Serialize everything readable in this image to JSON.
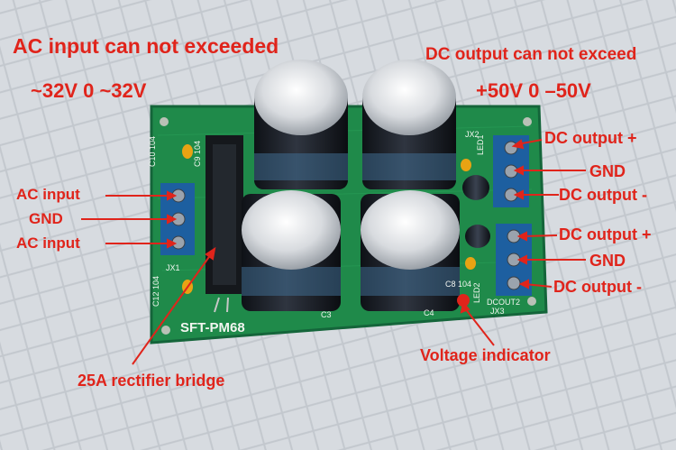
{
  "annotations": {
    "ac_heading": "AC input can not exceeded",
    "ac_range": "~32V 0 ~32V",
    "dc_heading": "DC output can not exceed",
    "dc_range": "+50V  0  –50V",
    "left_ac_input_top": "AC input",
    "left_gnd": "GND",
    "left_ac_input_bottom": "AC input",
    "right_dc_plus_1": "DC output +",
    "right_gnd_1": "GND",
    "right_dc_minus_1": "DC output -",
    "right_dc_plus_2": "DC output +",
    "right_gnd_2": "GND",
    "right_dc_minus_2": "DC output -",
    "rectifier": "25A rectifier bridge",
    "voltage_indicator": "Voltage indicator"
  },
  "board": {
    "model": "SFT-PM68",
    "silkscreen": {
      "c10": "C10 104",
      "c9": "C9 104",
      "jx1": "JX1",
      "c12": "C12 104",
      "c3": "C3",
      "c4": "C4",
      "led1": "LED1",
      "jx2": "JX2",
      "c8": "C8 104",
      "led2": "LED2",
      "dcout2": "DCOUT2",
      "jx3": "JX3"
    }
  },
  "colors": {
    "annotation_red": "#e0241b",
    "pcb_green": "#1f8a4a",
    "terminal_blue": "#1d5fa0",
    "background": "#d9dde2"
  }
}
